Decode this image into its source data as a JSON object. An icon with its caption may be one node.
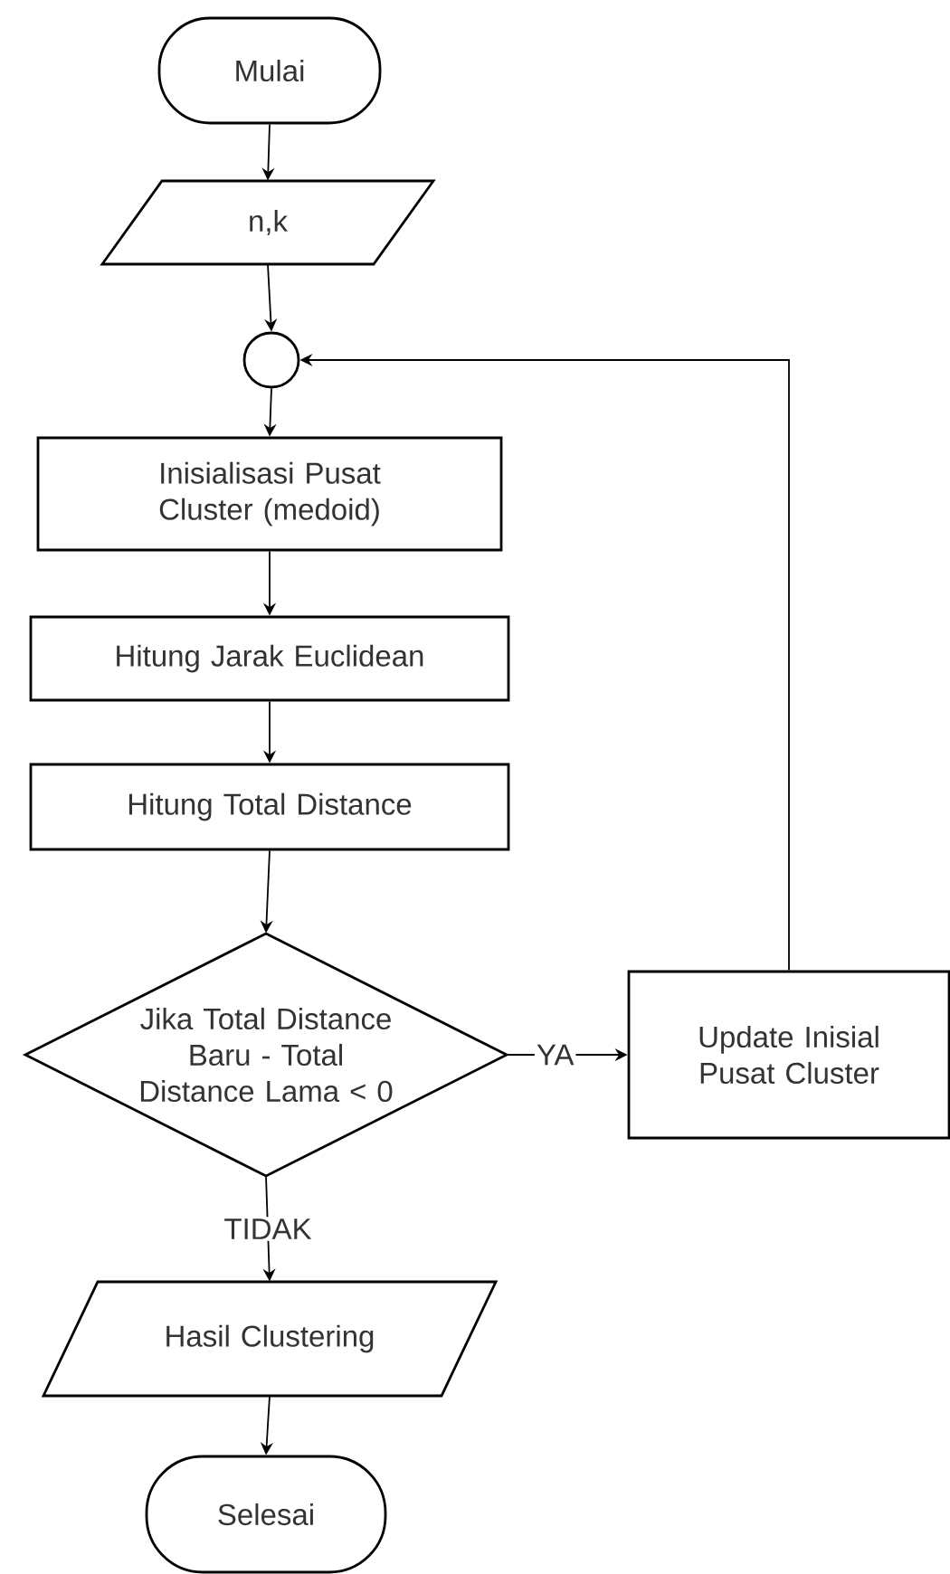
{
  "diagram": {
    "nodes": [
      {
        "text": [
          "Mulai"
        ]
      },
      {
        "text": [
          "n,k"
        ]
      },
      {
        "text": [],
        "shape": "circle"
      },
      {
        "text": [
          "Inisialisasi Pusat Cluster (medoid)"
        ]
      },
      {
        "text": [
          "Hitung Jarak Euclidean"
        ]
      },
      {
        "text": [
          "Hitung Total Distance"
        ]
      },
      {
        "text": [
          "Jika Total Distance Baru - Total Distance Lama < 0"
        ]
      },
      {
        "text": [
          "Update Inisial Pusat Cluster"
        ]
      },
      {
        "text": [
          "Hasil Clustering"
        ]
      },
      {
        "text": [
          "Selesai"
        ]
      }
    ],
    "edges": [
      {
        "from": 0,
        "to": 1,
        "arrow": "to"
      },
      {
        "from": 1,
        "to": 2,
        "arrow": "to"
      },
      {
        "from": 2,
        "to": 3,
        "arrow": "to"
      },
      {
        "from": 3,
        "to": 4,
        "arrow": "to"
      },
      {
        "from": 4,
        "to": 5,
        "arrow": "to"
      },
      {
        "from": 5,
        "to": 6,
        "arrow": "to"
      },
      {
        "from": 6,
        "to": 7,
        "arrow": "to",
        "label": "YA"
      },
      {
        "from": 7,
        "to": 2,
        "arrow": "to"
      },
      {
        "from": 6,
        "to": 8,
        "arrow": "to",
        "label": "TIDAK"
      },
      {
        "from": 8,
        "to": 9,
        "arrow": "to"
      }
    ]
  }
}
